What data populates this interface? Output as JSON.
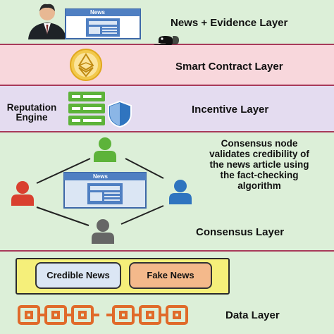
{
  "colors": {
    "news_layer_bg": "#dcefd8",
    "smart_contract_bg": "#f8d7dc",
    "incentive_bg": "#e4dcf0",
    "consensus_bg": "#dcefd8",
    "data_bg": "#dcefd8",
    "divider": "#a83a5a",
    "news_card": "#4f7fc2",
    "news_card_light": "#dbe6f4",
    "user_green": "#5db33a",
    "user_red": "#d9402f",
    "user_blue": "#2f74bf",
    "user_gray": "#666666",
    "credible_box": "#dbe6f4",
    "fake_box": "#f4b98b",
    "chain": "#e06a2a",
    "yellow_frame": "#f5ef7a"
  },
  "layers": {
    "news": {
      "title": "News + Evidence Layer",
      "card_label": "News",
      "icons": [
        "person-icon",
        "python-icon"
      ]
    },
    "smart_contract": {
      "title": "Smart Contract Layer",
      "icons": [
        "ethereum-icon"
      ]
    },
    "incentive": {
      "title": "Incentive Layer",
      "engine_label_line1": "Reputation",
      "engine_label_line2": "Engine",
      "icons": [
        "server-icon",
        "shield-icon"
      ]
    },
    "consensus": {
      "title": "Consensus Layer",
      "card_label": "News",
      "caption_lines": [
        "Consensus node",
        "validates credibility of",
        "the news article using",
        "the fact-checking",
        "algorithm"
      ],
      "icons": [
        "user-icon"
      ]
    },
    "data": {
      "title": "Data Layer",
      "credible_label": "Credible News",
      "fake_label": "Fake News",
      "icons": [
        "chain-icon"
      ]
    }
  }
}
